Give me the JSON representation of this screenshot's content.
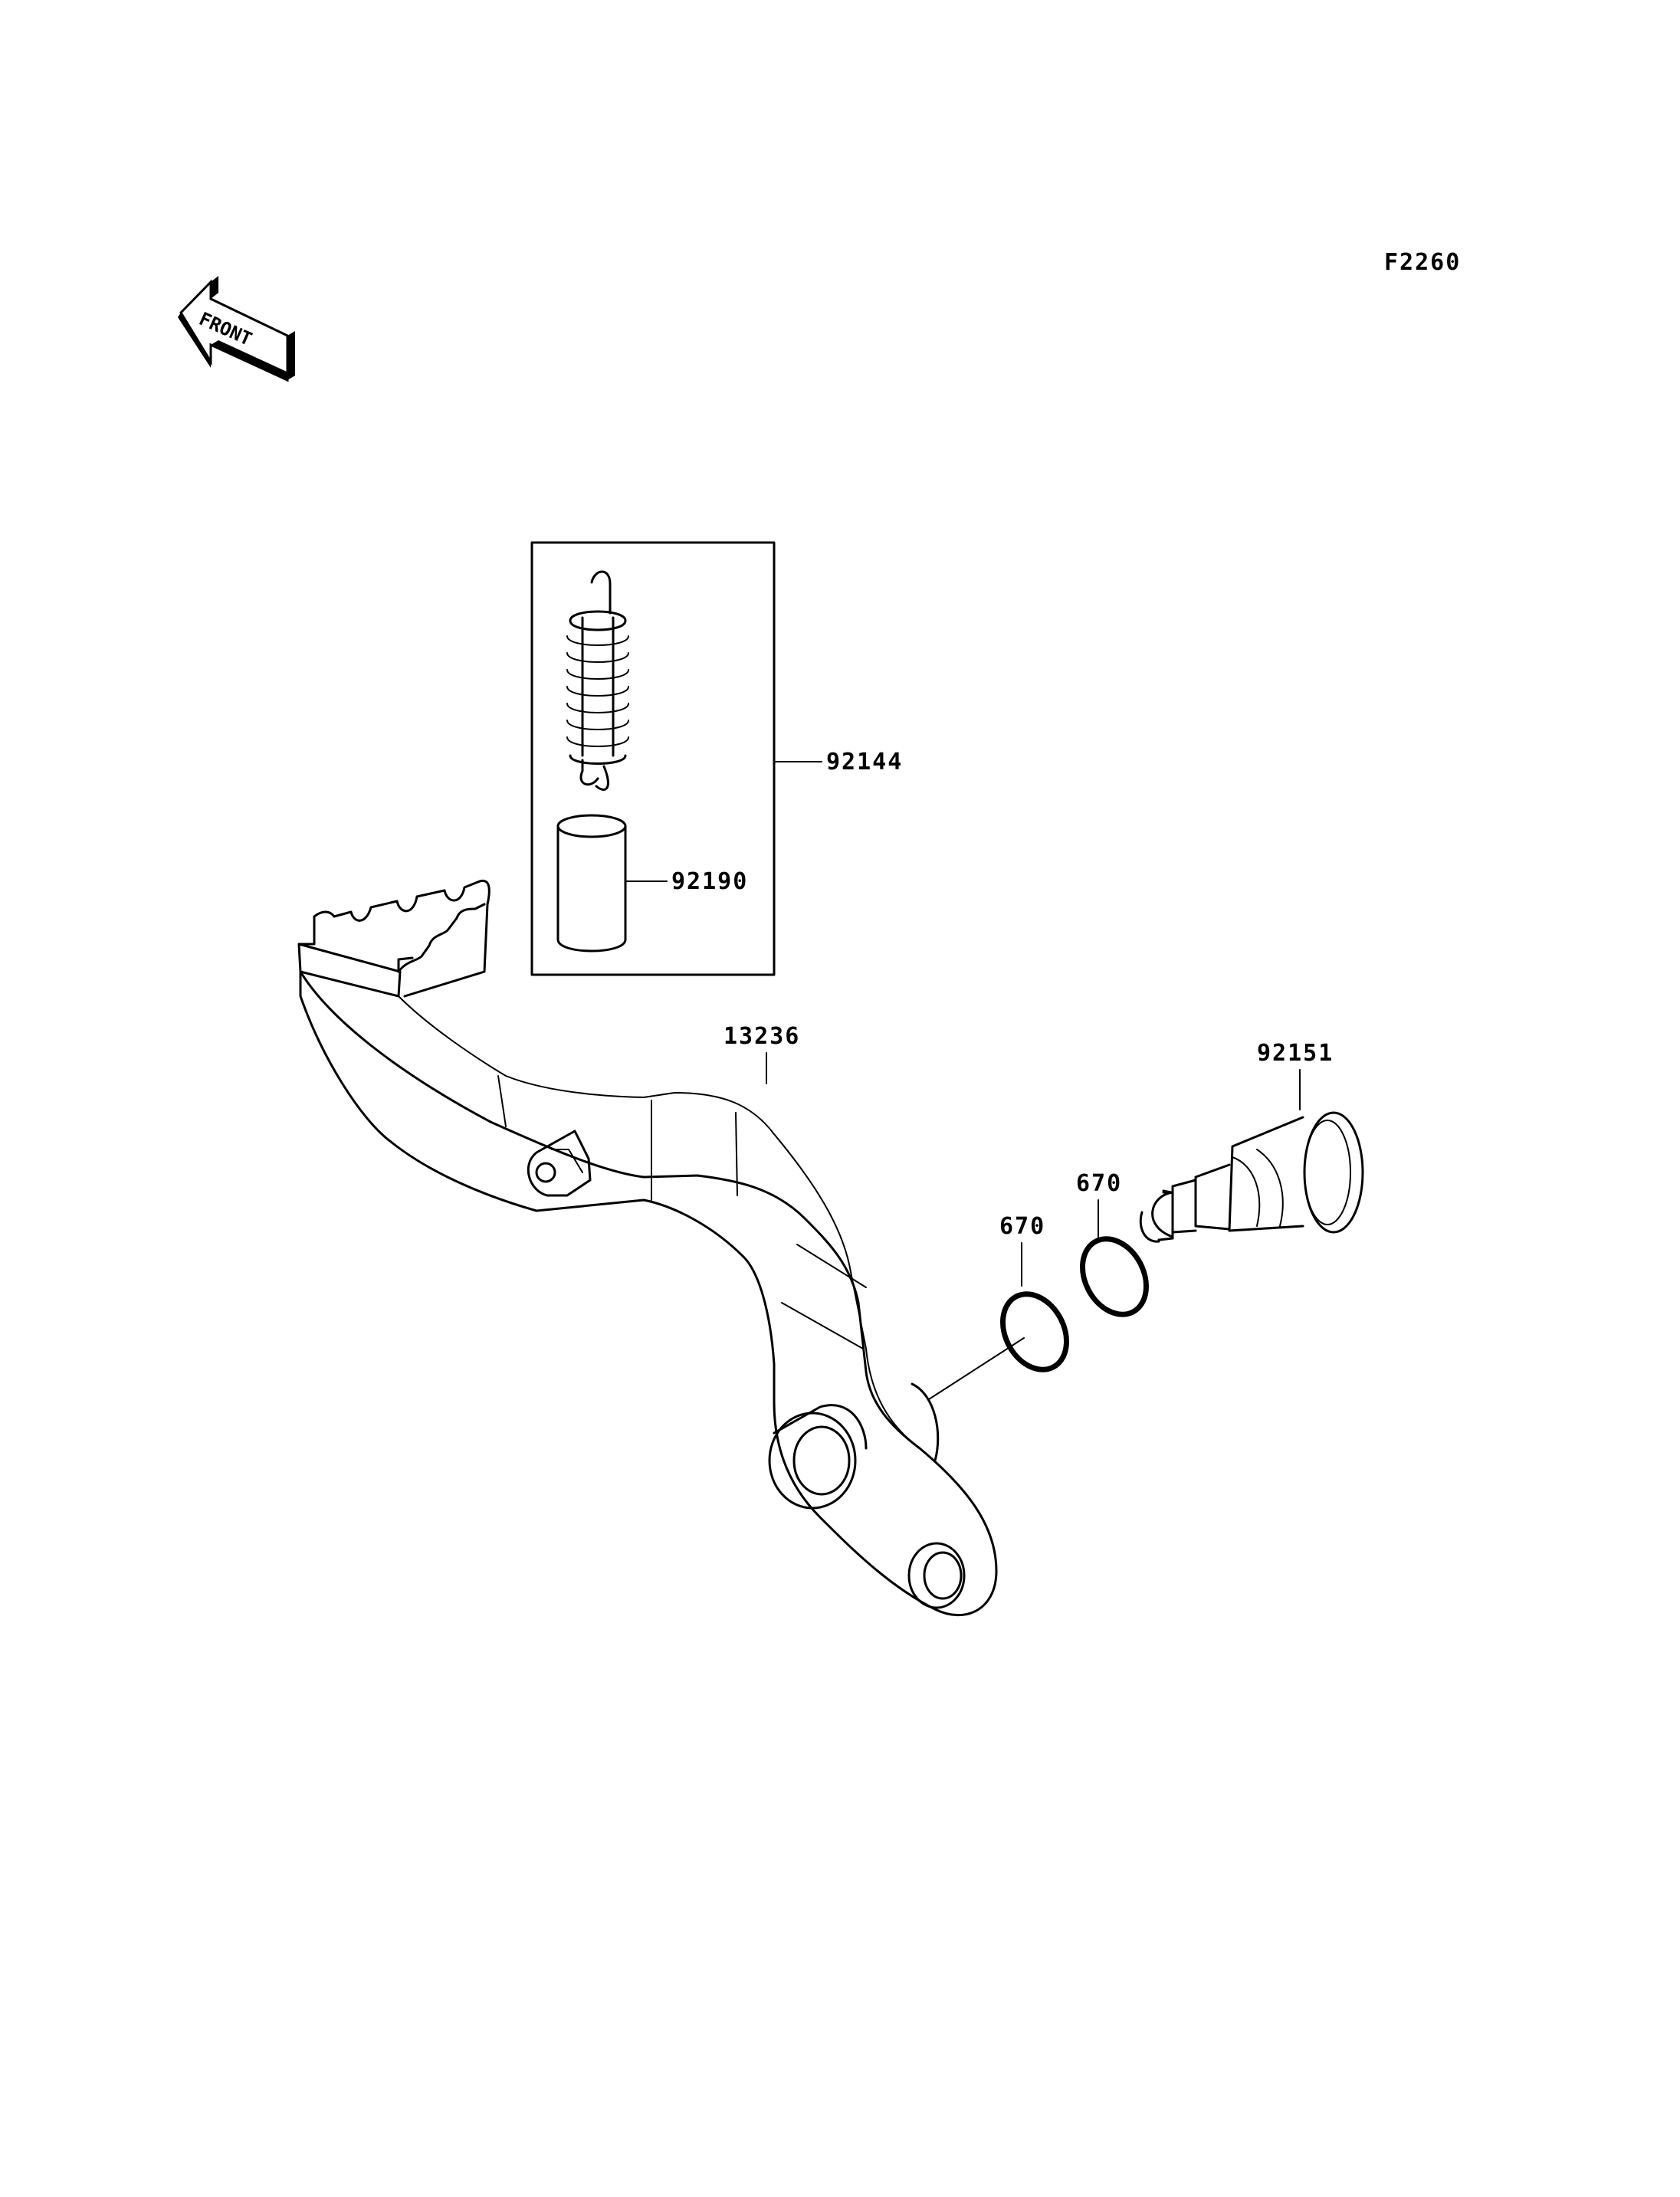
{
  "diagram": {
    "figure_code": "F2260",
    "front_arrow": {
      "label": "FRONT",
      "icon": "front-arrow-icon"
    },
    "parts": [
      {
        "number": "92144"
      },
      {
        "number": "92190"
      },
      {
        "number": "13236"
      },
      {
        "number": "92151"
      },
      {
        "number": "670"
      },
      {
        "number": "670"
      }
    ]
  }
}
